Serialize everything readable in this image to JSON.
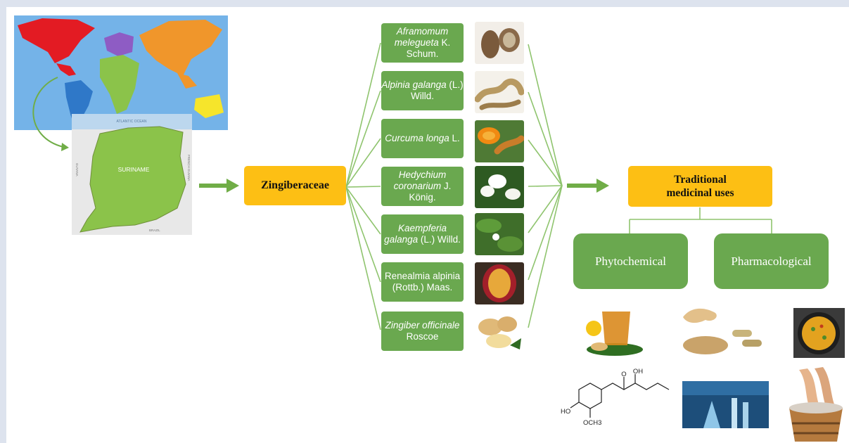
{
  "family": "Zingiberaceae",
  "map": {
    "country_label": "SURINAME",
    "ocean_label": "ATLANTIC OCEAN",
    "west_label": "GUYANA",
    "east_label": "FRENCH GUIANA",
    "south_label": "BRAZIL"
  },
  "species": [
    {
      "italic": "Aframomum melegueta",
      "author": "K. Schum.",
      "photo": "grains-of-paradise"
    },
    {
      "italic": "Alpinia galanga",
      "author": "(L.) Willd.",
      "photo": "galangal-rhizome"
    },
    {
      "italic": "Curcuma longa",
      "author": "L.",
      "photo": "turmeric"
    },
    {
      "italic": "Hedychium coronarium",
      "author": "J. König.",
      "photo": "white-ginger-lily"
    },
    {
      "italic": "Kaempferia galanga",
      "author": "(L.) Willd.",
      "photo": "kaempferia-leaves"
    },
    {
      "italic": "",
      "author": "Renealmia alpinia (Rottb.) Maas.",
      "photo": "renealmia-fruit"
    },
    {
      "italic": "Zingiber officinale",
      "author": "Roscoe",
      "photo": "ginger-root"
    }
  ],
  "uses": {
    "title": "Traditional medicinal uses",
    "branches": [
      "Phytochemical",
      "Pharmacological"
    ]
  },
  "molecule": {
    "o_label": "O",
    "oh_label": "OH",
    "ho_label": "HO",
    "och3_label": "OCH3"
  },
  "colors": {
    "green": "#6aa84f",
    "arrow_green": "#70ad47",
    "orange": "#fdbf14",
    "border": "#dde3ee"
  }
}
